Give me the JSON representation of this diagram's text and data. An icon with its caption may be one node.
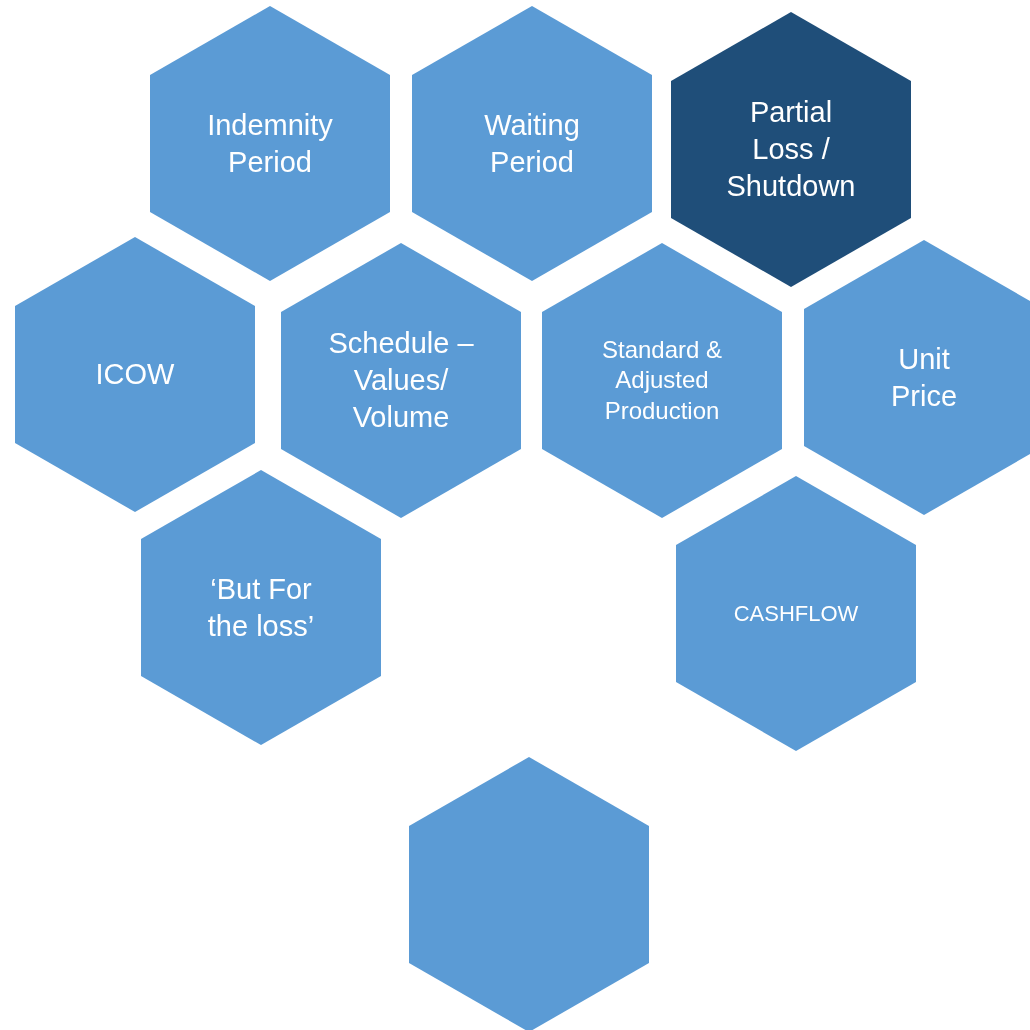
{
  "diagram": {
    "nodes": [
      {
        "text": [
          "Indemnity Period"
        ]
      },
      {
        "text": [
          "Waiting Period"
        ]
      },
      {
        "text": [
          "Partial Loss / Shutdown"
        ]
      },
      {
        "text": [
          "ICOW"
        ]
      },
      {
        "text": [
          "Schedule – Values/ Volume"
        ]
      },
      {
        "text": [
          "Standard & Adjusted Production"
        ]
      },
      {
        "text": [
          "Unit Price"
        ]
      },
      {
        "text": [
          "‘But For the loss’"
        ]
      },
      {
        "text": [
          "CASHFLOW"
        ]
      },
      {
        "text": [],
        "shape": "hexagon"
      }
    ]
  }
}
